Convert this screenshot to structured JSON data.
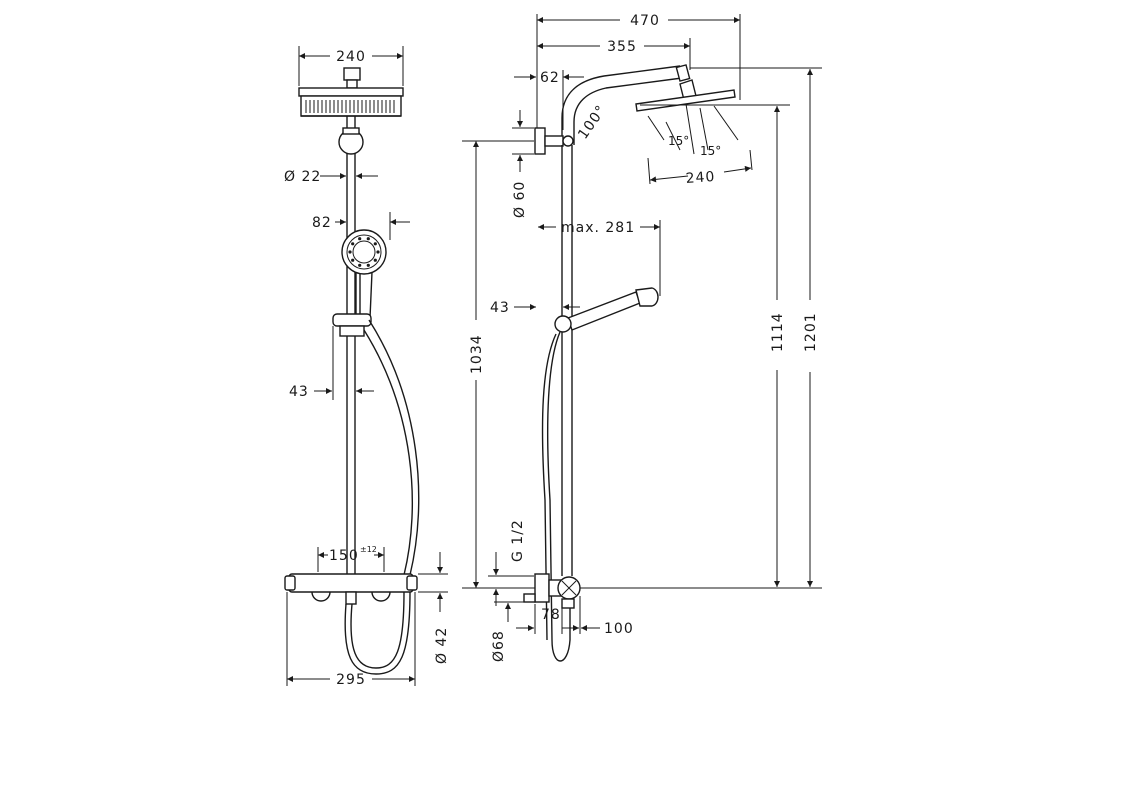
{
  "front_view": {
    "head_width": "240",
    "pipe_diameter": "Ø 22",
    "handshower_diameter": "82",
    "rail_offset": "43",
    "connection_spacing": "150",
    "connection_tolerance": "±12",
    "thermostat_width": "295",
    "thermostat_depth": "Ø 42"
  },
  "side_view": {
    "total_projection": "470",
    "arm_projection": "355",
    "wall_offset": "62",
    "arm_angle": "100°",
    "head_tilt_1": "15°",
    "head_tilt_2": "15°",
    "head_width": "240",
    "bracket_diameter": "Ø 60",
    "hand_shower_reach": "max. 281",
    "rail_offset": "43",
    "rail_height": "1034",
    "head_height": "1114",
    "total_height": "1201",
    "thread": "G 1/2",
    "body_diameter": "Ø68",
    "body_depth": "78",
    "body_projection": "100"
  }
}
